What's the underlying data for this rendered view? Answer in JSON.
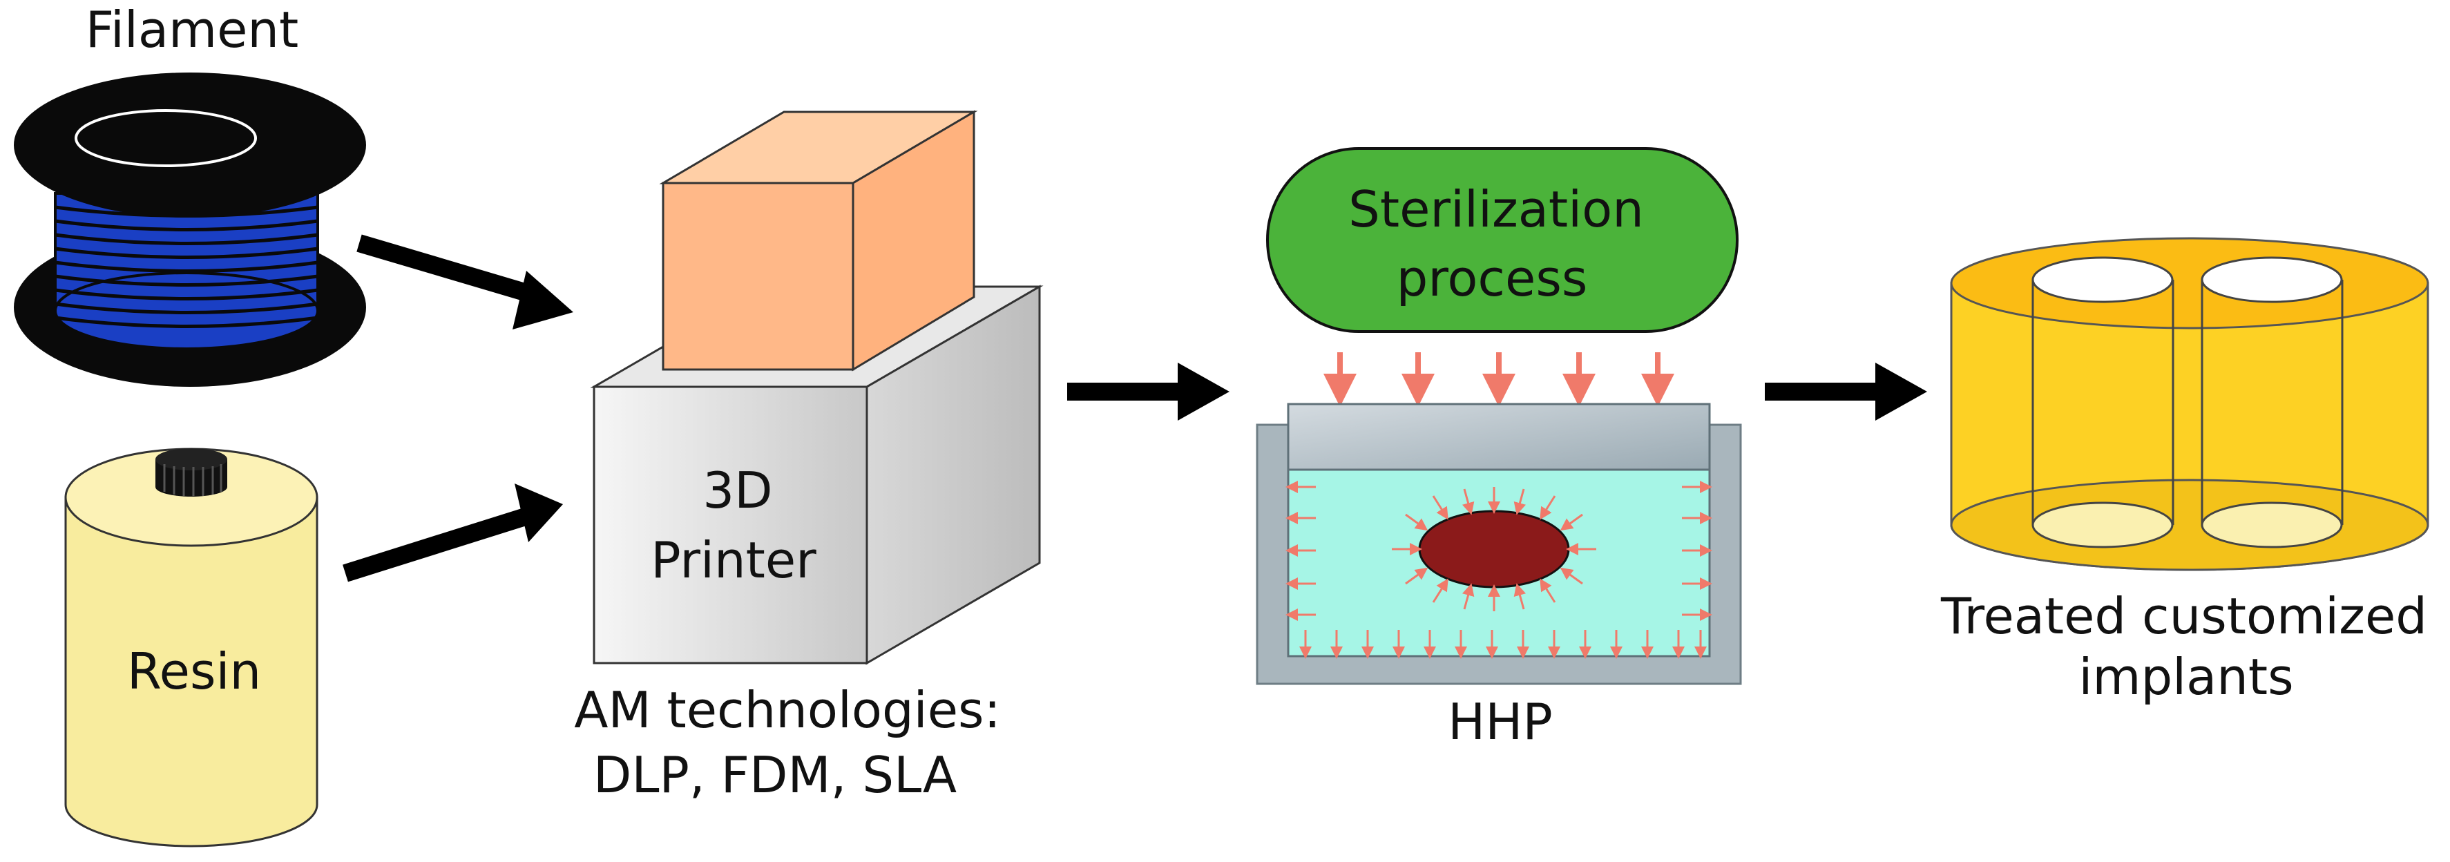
{
  "labels": {
    "filament": "Filament",
    "resin": "Resin",
    "printer_line1": "3D",
    "printer_line2": "Printer",
    "am_line1": "AM technologies:",
    "am_line2": "DLP, FDM, SLA",
    "sterilization_line1": "Sterilization",
    "sterilization_line2": "process",
    "hhp": "HHP",
    "treated_line1": "Treated customized",
    "treated_line2": "implants"
  },
  "colors": {
    "filament_spool": "#0a0a0a",
    "filament_wire": "#1a3fc4",
    "resin_bottle": "#f8ec9e",
    "printer_body": "#e4e4e4",
    "printed_object": "#ffb888",
    "sterilization_pill": "#4bb33a",
    "water": "#a6f5e6",
    "sample": "#8b1a1a",
    "pressure_arrows": "#f07a6a",
    "implant_block": "#fdd124",
    "flow_arrows": "#000000"
  },
  "icons": {
    "filament": "filament-spool-icon",
    "resin": "resin-bottle-icon",
    "printer": "3d-printer-icon",
    "hhp": "hhp-vessel-icon",
    "implants": "implant-cylinder-icon"
  }
}
